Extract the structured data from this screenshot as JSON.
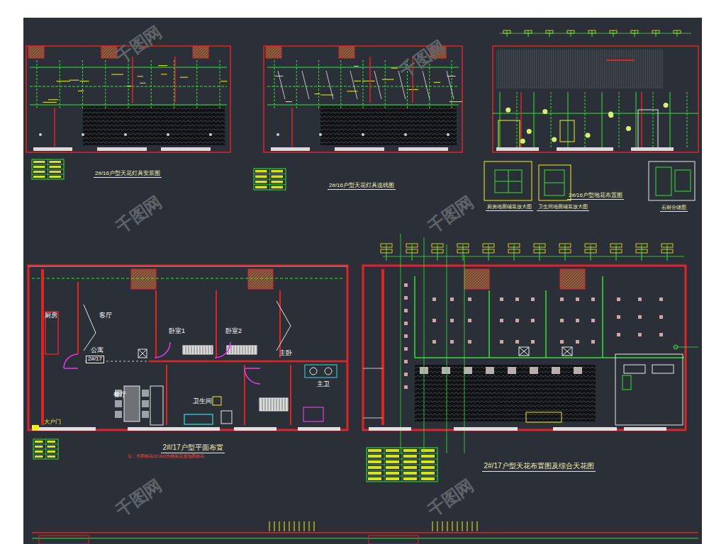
{
  "diagram": {
    "nodes": [
      {
        "text": [
          "2#/16户型天花灯具安装图"
        ]
      },
      {
        "text": [
          "2#/16户型天花灯具连线图"
        ]
      },
      {
        "text": [
          "2#/16户型地花布置图"
        ]
      },
      {
        "text": [
          "厨房地面铺装放大图"
        ]
      },
      {
        "text": [
          "卫生间地面铺装放大图"
        ]
      },
      {
        "text": [
          "石材分缝图"
        ]
      },
      {
        "text": [
          "2#/17户型平面布置"
        ]
      },
      {
        "text": [
          "2#/17户型天花布置图及综合天花图"
        ]
      }
    ],
    "labels": [
      "厨房",
      "客厅",
      "卧室1",
      "卧室2",
      "主卧",
      "公寓",
      "2#/17",
      "餐厅",
      "卫生间",
      "主卫",
      "大户门",
      "注：本图标高±0.000为精装完成地面标高",
      "千图网",
      "千图网",
      "千图网",
      "千图网",
      "千图网",
      "千图网"
    ]
  }
}
